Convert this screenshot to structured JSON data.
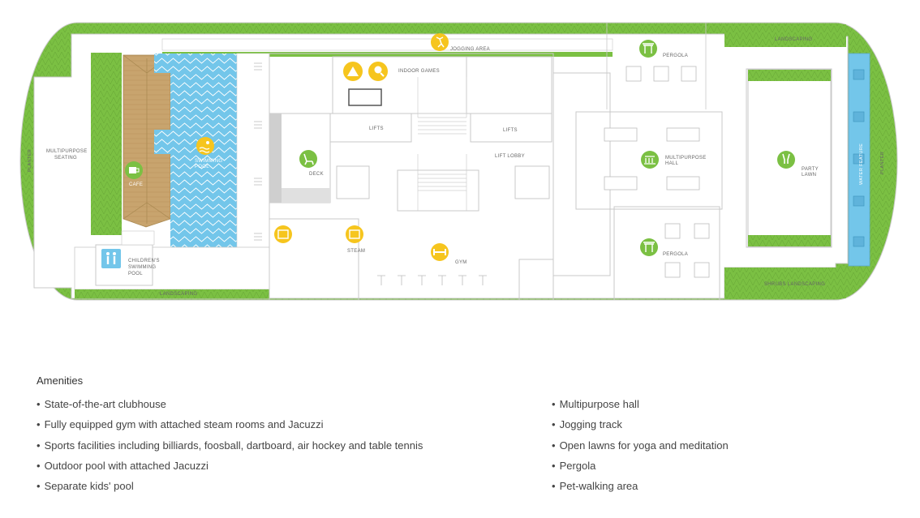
{
  "plan": {
    "labels": {
      "jogging_area": "JOGGING AREA",
      "landscaping_top": "LANDSCAPING",
      "landscaping_bottom": "LANDSCAPING",
      "shrubs_landscaping": "SHRUBS LANDSCAPING",
      "planter_left": "PLANTER",
      "planter_right": "PLANTER",
      "water_feature": "WATER FEATURE",
      "multipurpose_seating_1": "MULTIPURPOSE",
      "multipurpose_seating_2": "SEATING",
      "cafe": "CAFE",
      "swimming_pool_1": "SWIMMING",
      "swimming_pool_2": "POOL",
      "childrens_pool_1": "CHILDREN'S",
      "childrens_pool_2": "SWIMMING",
      "childrens_pool_3": "POOL",
      "deck": "DECK",
      "indoor_games": "INDOOR GAMES",
      "lifts_left": "LIFTS",
      "lifts_right": "LIFTS",
      "lift_lobby": "LIFT LOBBY",
      "steam": "STEAM",
      "gym": "GYM",
      "pergola_top": "PERGOLA",
      "pergola_bottom": "PERGOLA",
      "multipurpose_hall_1": "MULTIPURPOSE",
      "multipurpose_hall_2": "HALL",
      "party_lawn_1": "PARTY",
      "party_lawn_2": "LAWN"
    },
    "colors": {
      "grass": "#7bc043",
      "grass_dark": "#6aab38",
      "pool": "#73c6ea",
      "deck_wood": "#c8a46e",
      "icon_yellow": "#f6c51e",
      "icon_green": "#7bc043",
      "walls": "#c9c9c9"
    },
    "icons": [
      "jogger-icon",
      "billiards-icon",
      "table-tennis-icon",
      "pergola-icon",
      "cafe-icon",
      "swimming-icon",
      "children-icon",
      "deck-chair-icon",
      "hall-icon",
      "champagne-icon",
      "steam-icon",
      "jacuzzi-icon",
      "dumbbell-icon"
    ]
  },
  "amenities": {
    "title": "Amenities",
    "left": [
      "State-of-the-art clubhouse",
      "Fully equipped gym with attached steam rooms and Jacuzzi",
      "Sports facilities including billiards, foosball, dartboard, air hockey and table tennis",
      "Outdoor pool with attached Jacuzzi",
      "Separate kids' pool"
    ],
    "right": [
      "Multipurpose hall",
      "Jogging track",
      "Open lawns for yoga and meditation",
      "Pergola",
      "Pet-walking area"
    ]
  }
}
